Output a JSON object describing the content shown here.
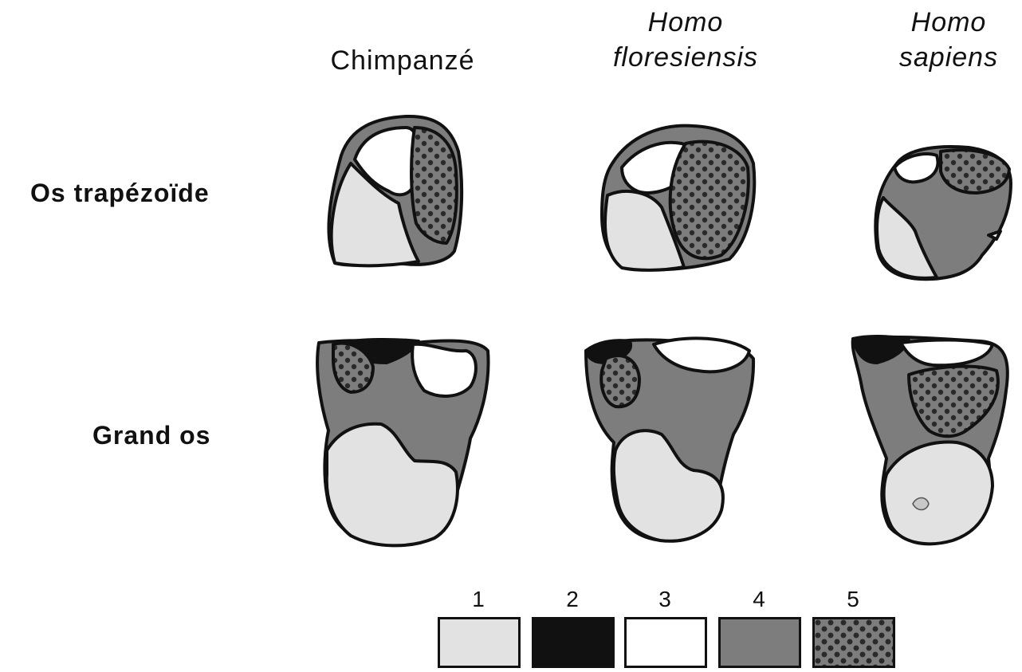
{
  "columns": [
    {
      "line1": "",
      "line2": "Chimpanzé",
      "italic": false
    },
    {
      "line1": "Homo",
      "line2": "floresiensis",
      "italic": true
    },
    {
      "line1": "Homo",
      "line2": "sapiens",
      "italic": true
    }
  ],
  "rows": {
    "trapezoid": "Os trapézoïde",
    "capitate": "Grand os"
  },
  "legend": [
    {
      "label": "1",
      "color": "#e2e2e2"
    },
    {
      "label": "2",
      "color": "#111111"
    },
    {
      "label": "3",
      "color": "#ffffff"
    },
    {
      "label": "4",
      "color": "#7d7d7d"
    },
    {
      "label": "5",
      "color": "#7d7d7d",
      "pattern": "dots"
    }
  ]
}
